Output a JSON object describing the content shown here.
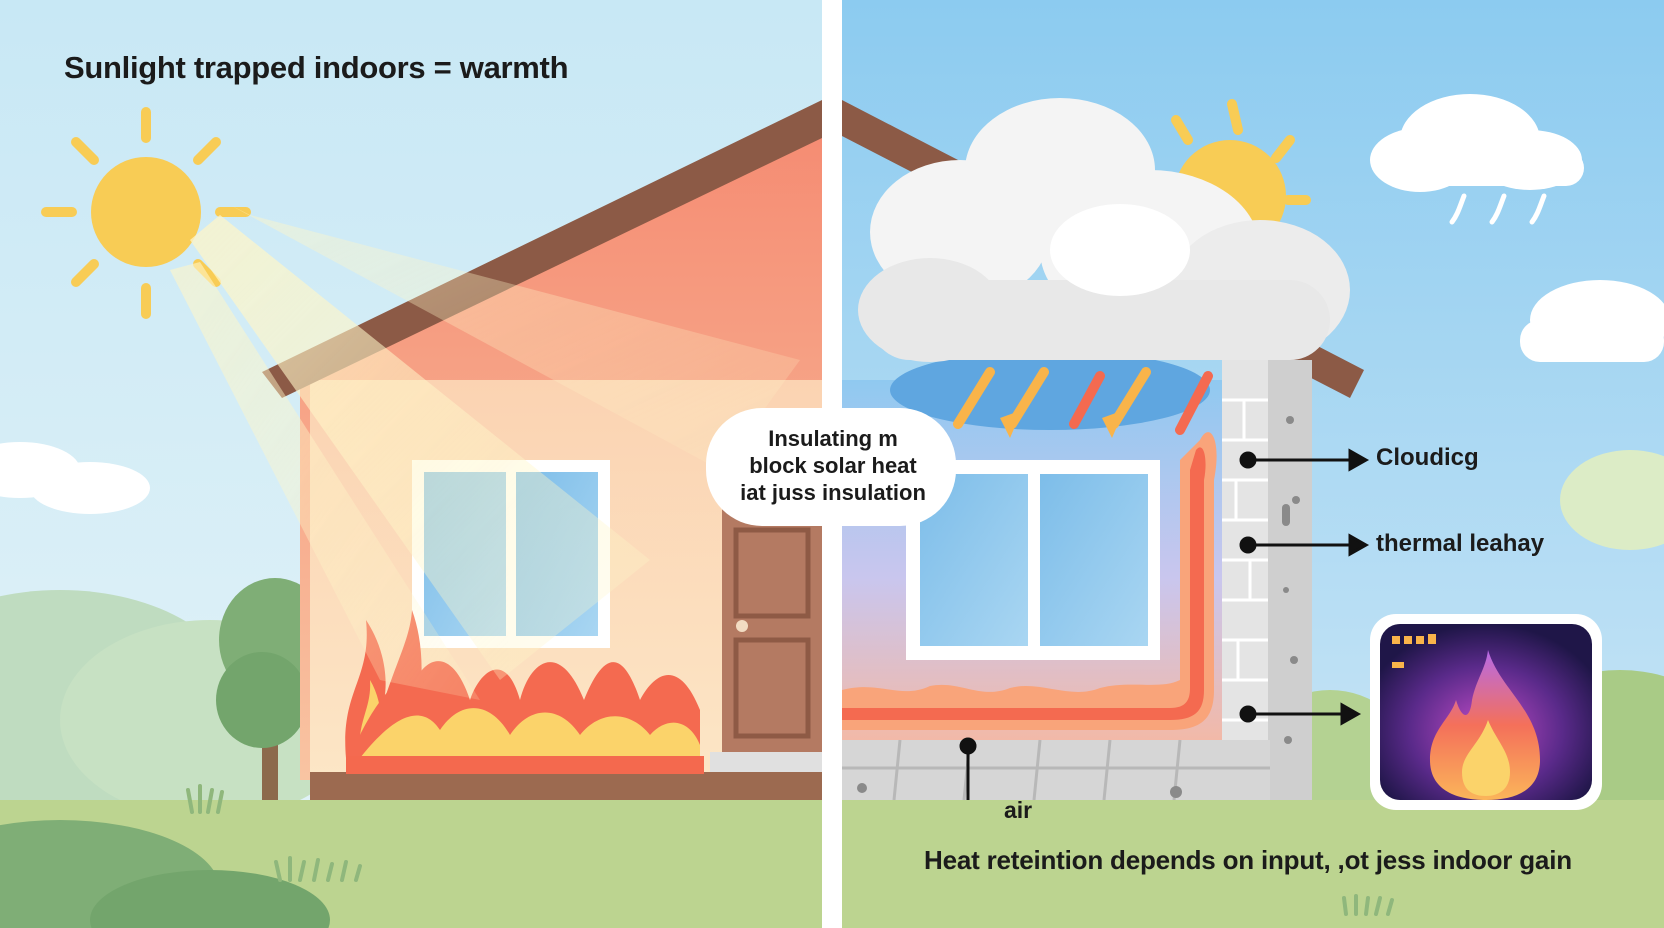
{
  "title": "Sunlight trapped indoors = warmth",
  "bubble": {
    "line1": "Insulating m",
    "line2": "block solar heat",
    "line3": "iat juss insulation"
  },
  "labels": {
    "clouding": "Cloudicg",
    "thermal_leak": "thermal leahay",
    "air": "air"
  },
  "caption": "Heat reteintion depends on input, ,ot jess indoor gain",
  "colors": {
    "sky_left": "#cde9f4",
    "sky_right": "#8fcdf0",
    "sun": "#f8cc55",
    "wall_warm": "#f7a184",
    "roof": "#8c5a46",
    "flame_red": "#f46a50",
    "flame_yellow": "#fbd36a",
    "grass": "#bcd490",
    "cloud": "#f4f4f4",
    "brick": "#dcdcdc",
    "heat_panel": "#2b1f5c"
  },
  "icons": {
    "sun_left": "sun-icon",
    "sun_right": "sun-behind-cloud-icon",
    "rain": "rain-cloud-icon",
    "thermal_panel": "infrared-flame-icon"
  }
}
